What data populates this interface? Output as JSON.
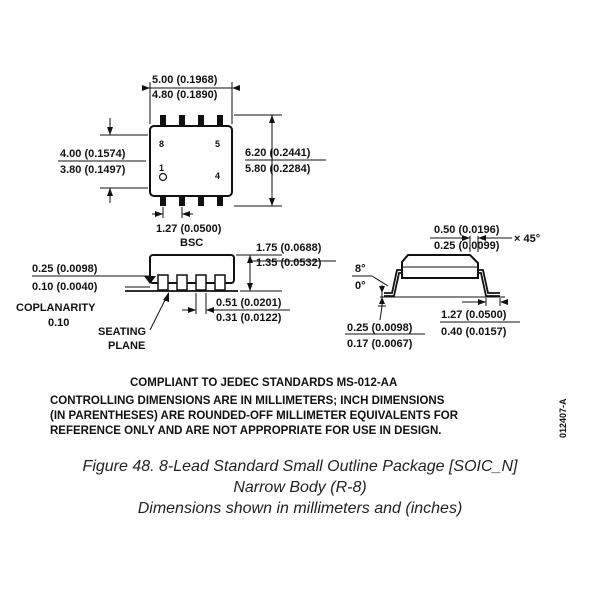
{
  "top_view": {
    "length_max": "5.00 (0.1968)",
    "length_min": "4.80 (0.1890)",
    "width_max": "4.00 (0.1574)",
    "width_min": "3.80 (0.1497)",
    "span_max": "6.20 (0.2441)",
    "span_min": "5.80 (0.2284)",
    "pin_8": "8",
    "pin_5": "5",
    "pin_1": "1",
    "pin_4": "4",
    "pitch": "1.27 (0.0500)",
    "pitch_note": "BSC"
  },
  "side_view": {
    "standoff_max": "0.25 (0.0098)",
    "standoff_min": "0.10 (0.0040)",
    "height_max": "1.75 (0.0688)",
    "height_min": "1.35 (0.0532)",
    "lead_width_max": "0.51 (0.0201)",
    "lead_width_min": "0.31 (0.0122)",
    "coplanarity_label": "COPLANARITY",
    "coplanarity_value": "0.10",
    "seating_plane_1": "SEATING",
    "seating_plane_2": "PLANE"
  },
  "end_view": {
    "chamfer_max": "0.50 (0.0196)",
    "chamfer_min": "0.25 (0.0099)",
    "chamfer_angle": "× 45°",
    "angle_max": "8°",
    "angle_min": "0°",
    "thickness_max": "0.25 (0.0098)",
    "thickness_min": "0.17 (0.0067)",
    "foot_max": "1.27 (0.0500)",
    "foot_min": "0.40 (0.0157)"
  },
  "notes": {
    "jedec": "COMPLIANT TO JEDEC STANDARDS MS-012-AA",
    "line1": "CONTROLLING DIMENSIONS ARE IN MILLIMETERS; INCH DIMENSIONS",
    "line2": "(IN PARENTHESES) ARE ROUNDED-OFF MILLIMETER EQUIVALENTS FOR",
    "line3": "REFERENCE ONLY AND ARE NOT APPROPRIATE FOR USE IN DESIGN.",
    "code": "012407-A"
  },
  "caption": {
    "line1": "Figure 48. 8-Lead Standard Small Outline Package [SOIC_N]",
    "line2": "Narrow Body (R-8)",
    "line3": "Dimensions shown in millimeters and (inches)"
  }
}
